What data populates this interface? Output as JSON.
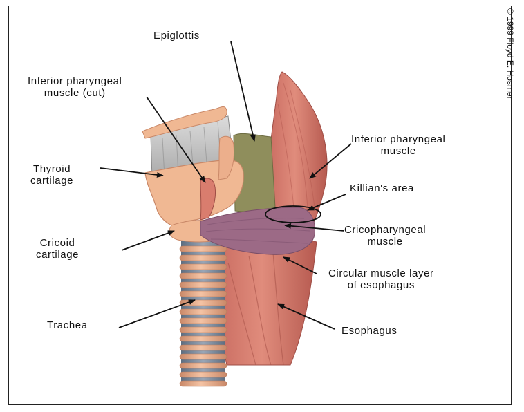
{
  "labels": {
    "epiglottis": "Epiglottis",
    "inferior_cut_line1": "Inferior pharyngeal",
    "inferior_cut_line2": "muscle (cut)",
    "thyroid_line1": "Thyroid",
    "thyroid_line2": "cartilage",
    "cricoid_line1": "Cricoid",
    "cricoid_line2": "cartilage",
    "trachea": "Trachea",
    "inferior_muscle_line1": "Inferior pharyngeal",
    "inferior_muscle_line2": "muscle",
    "killian": "Killian's area",
    "cricopharyngeal_line1": "Cricopharyngeal",
    "cricopharyngeal_line2": "muscle",
    "circular_line1": "Circular muscle layer",
    "circular_line2": "of esophagus",
    "esophagus": "Esophagus"
  },
  "credit": "© 1999 Floyd E. Hosmer",
  "colors": {
    "cartilage": "#f0b893",
    "cartilage_dark": "#d98f6c",
    "muscle": "#d97d6e",
    "muscle_dark": "#b85c52",
    "cricopharyngeal": "#9c6a86",
    "epiglottis": "#8f8e5c",
    "ligament": "#c9c9c9",
    "trachea_ring": "#e9a88b",
    "trachea_gap": "#7e8da0"
  }
}
